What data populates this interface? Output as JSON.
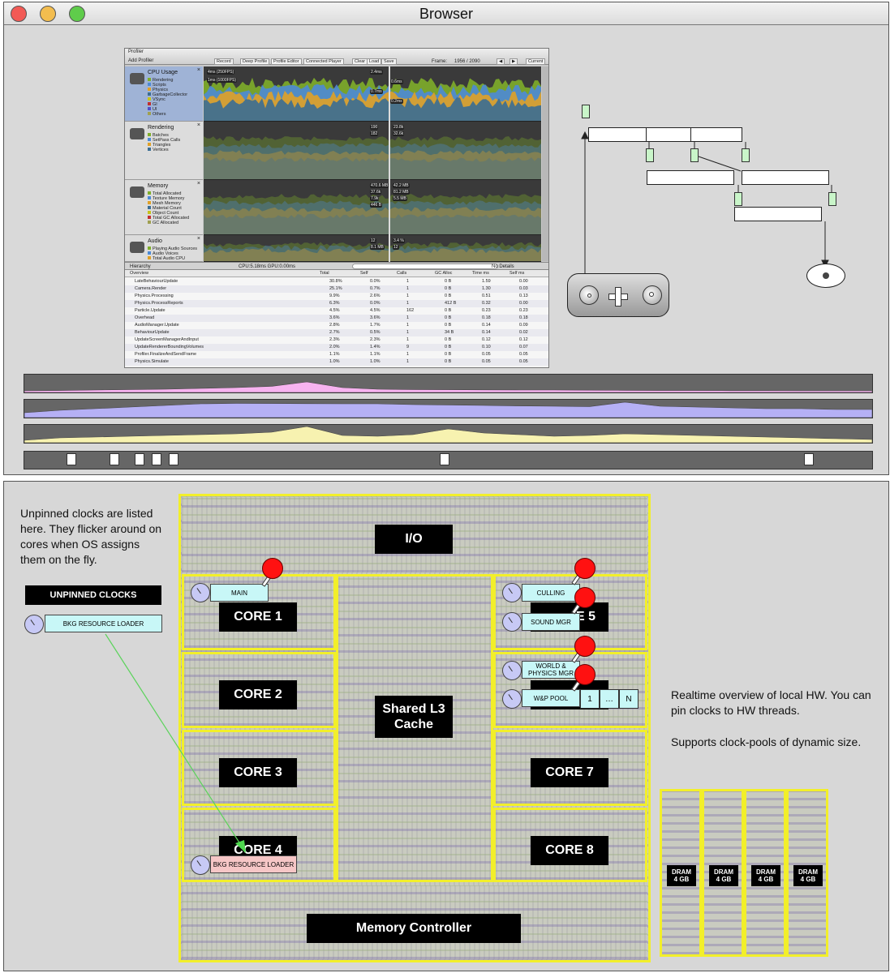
{
  "browser": {
    "title": "Browser",
    "traffic_lights": {
      "close": "#f25a55",
      "minimize": "#f3bd4f",
      "zoom": "#5fcc4b"
    }
  },
  "profiler": {
    "window_title": "Profiler",
    "add_profiler": "Add Profiler",
    "toolbar": {
      "record": "Record",
      "deep_profile": "Deep Profile",
      "profile_editor": "Profile Editor",
      "connected_player": "Connected Player",
      "clear": "Clear",
      "load": "Load",
      "save": "Save",
      "frame_label": "Frame:",
      "frame_value": "1956 / 2090",
      "current": "Current"
    },
    "sections": [
      {
        "title": "CPU Usage",
        "items": [
          [
            "Rendering",
            "#7fae2a"
          ],
          [
            "Scripts",
            "#4c8ad6"
          ],
          [
            "Physics",
            "#e0a126"
          ],
          [
            "GarbageCollector",
            "#3a6d94"
          ],
          [
            "VSync",
            "#c6c21a"
          ],
          [
            "GI",
            "#c22e2e"
          ],
          [
            "UI",
            "#5050c8"
          ],
          [
            "Others",
            "#a0a050"
          ]
        ],
        "badges": [
          "4ms (250FPS)",
          "1ms (1000FPS)",
          "2.4ms",
          "0.6ms",
          "0.7ms",
          "0.2ms"
        ]
      },
      {
        "title": "Rendering",
        "items": [
          [
            "Batches",
            "#7fae2a"
          ],
          [
            "SetPass Calls",
            "#4c8ad6"
          ],
          [
            "Triangles",
            "#e0a126"
          ],
          [
            "Vertices",
            "#3a6d94"
          ]
        ],
        "badges": [
          "190",
          "23.8k",
          "182",
          "32.6k"
        ]
      },
      {
        "title": "Memory",
        "items": [
          [
            "Total Allocated",
            "#7fae2a"
          ],
          [
            "Texture Memory",
            "#4c8ad6"
          ],
          [
            "Mesh Memory",
            "#e0a126"
          ],
          [
            "Material Count",
            "#3a6d94"
          ],
          [
            "Object Count",
            "#c6c21a"
          ],
          [
            "Total GC Allocated",
            "#c22e2e"
          ],
          [
            "GC Allocated",
            "#a0a050"
          ]
        ],
        "badges": [
          "470.6 MB",
          "42.2 MB",
          "37.6k",
          "81.2 MB",
          "7.9k",
          "5.5 MB",
          "446 B"
        ]
      },
      {
        "title": "Audio",
        "items": [
          [
            "Playing Audio Sources",
            "#7fae2a"
          ],
          [
            "Audio Voices",
            "#4c8ad6"
          ],
          [
            "Total Audio CPU",
            "#e0a126"
          ]
        ],
        "badges": [
          "12",
          "3.4 %",
          "8.1 MB",
          "12"
        ]
      }
    ],
    "status": {
      "hierarchy": "Hierarchy",
      "cpu": "CPU:5.18ms  GPU:0.00ms",
      "details": "No Details"
    },
    "columns": [
      "Overview",
      "Total",
      "Self",
      "Calls",
      "GC Alloc",
      "Time ms",
      "Self ms"
    ],
    "rows": [
      [
        "LateBehaviourUpdate",
        "30.8%",
        "0.0%",
        "1",
        "0 B",
        "1.59",
        "0.00"
      ],
      [
        "Camera.Render",
        "25.1%",
        "0.7%",
        "1",
        "0 B",
        "1.30",
        "0.03"
      ],
      [
        "Physics.Processing",
        "9.9%",
        "2.6%",
        "1",
        "0 B",
        "0.51",
        "0.13"
      ],
      [
        "Physics.ProcessReports",
        "6.3%",
        "0.0%",
        "1",
        "412 B",
        "0.32",
        "0.00"
      ],
      [
        "Particle.Update",
        "4.5%",
        "4.5%",
        "162",
        "0 B",
        "0.23",
        "0.23"
      ],
      [
        "Overhead",
        "3.6%",
        "3.6%",
        "1",
        "0 B",
        "0.18",
        "0.18"
      ],
      [
        "AudioManager.Update",
        "2.8%",
        "1.7%",
        "1",
        "0 B",
        "0.14",
        "0.09"
      ],
      [
        "BehaviourUpdate",
        "2.7%",
        "0.5%",
        "1",
        "34 B",
        "0.14",
        "0.02"
      ],
      [
        "UpdateScreenManagerAndInput",
        "2.3%",
        "2.3%",
        "1",
        "0 B",
        "0.12",
        "0.12"
      ],
      [
        "UpdateRendererBoundingVolumes",
        "2.0%",
        "1.4%",
        "9",
        "0 B",
        "0.10",
        "0.07"
      ],
      [
        "Profiler.FinalizeAndSendFrame",
        "1.1%",
        "1.1%",
        "1",
        "0 B",
        "0.05",
        "0.05"
      ],
      [
        "Physics.Simulate",
        "1.0%",
        "1.0%",
        "1",
        "0 B",
        "0.05",
        "0.05"
      ]
    ]
  },
  "timeline": {
    "colors": [
      "#f7b3f0",
      "#b5b0f5",
      "#f7f2b0"
    ],
    "series": [
      [
        0.1,
        0.12,
        0.15,
        0.18,
        0.2,
        0.25,
        0.3,
        0.38,
        0.65,
        0.3,
        0.2,
        0.18,
        0.17,
        0.16,
        0.15,
        0.15,
        0.14,
        0.13,
        0.12,
        0.12,
        0.11,
        0.11,
        0.1,
        0.1,
        0.1
      ],
      [
        0.3,
        0.45,
        0.55,
        0.65,
        0.75,
        0.85,
        0.88,
        0.87,
        0.86,
        0.85,
        0.85,
        0.8,
        0.78,
        0.75,
        0.72,
        0.7,
        0.68,
        0.95,
        0.7,
        0.65,
        0.6,
        0.55,
        0.55,
        0.5,
        0.5
      ],
      [
        0.15,
        0.3,
        0.35,
        0.4,
        0.45,
        0.5,
        0.55,
        0.65,
        1.0,
        0.45,
        0.4,
        0.5,
        0.85,
        0.6,
        0.5,
        0.4,
        0.45,
        0.55,
        0.5,
        0.45,
        0.4,
        0.35,
        0.3,
        0.25,
        0.2
      ]
    ],
    "frame_marks": [
      5,
      10,
      13,
      15,
      17,
      49,
      92
    ]
  },
  "hw": {
    "left_note": "Unpinned clocks are listed here. They flicker around on cores when OS assigns them on the fly.",
    "right_note_1": "Realtime overview of local HW. You can pin clocks to HW threads.",
    "right_note_2": "Supports clock-pools of dynamic size.",
    "unpinned_header": "UNPINNED CLOCKS",
    "unpinned_clock": "BKG RESOURCE LOADER",
    "io": "I/O",
    "l3": "Shared L3\nCache",
    "memctl": "Memory Controller",
    "cores": [
      "CORE 1",
      "CORE 2",
      "CORE 3",
      "CORE 4",
      "E 5",
      "CORE 7",
      "CORE 8"
    ],
    "clocks": {
      "main": "MAIN",
      "culling": "CULLING",
      "sound": "SOUND MGR",
      "world": "WORLD &\nPHYSICS MGR",
      "wp": "W&P POOL",
      "bkg": "BKG RESOURCE LOADER"
    },
    "pool": [
      "1",
      "…",
      "N"
    ],
    "dram": [
      "DRAM\n4 GB",
      "DRAM\n4 GB",
      "DRAM\n4 GB",
      "DRAM\n4 GB"
    ]
  }
}
